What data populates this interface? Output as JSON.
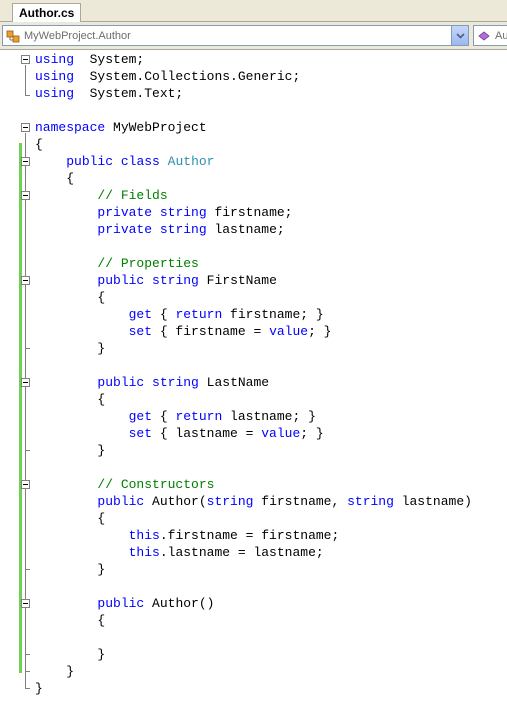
{
  "tab": {
    "label": "Author.cs"
  },
  "navbar": {
    "type_combo": "MyWebProject.Author",
    "member_combo": "Au"
  },
  "code": {
    "lines": [
      [
        [
          "kw",
          "using"
        ],
        [
          "",
          "  System;"
        ]
      ],
      [
        [
          "kw",
          "using"
        ],
        [
          "",
          "  System.Collections.Generic;"
        ]
      ],
      [
        [
          "kw",
          "using"
        ],
        [
          "",
          "  System.Text;"
        ]
      ],
      [],
      [
        [
          "kw",
          "namespace"
        ],
        [
          "",
          " MyWebProject"
        ]
      ],
      [
        [
          "",
          "{"
        ]
      ],
      [
        [
          "",
          "    "
        ],
        [
          "kw",
          "public"
        ],
        [
          "",
          " "
        ],
        [
          "kw",
          "class"
        ],
        [
          "",
          " "
        ],
        [
          "tp",
          "Author"
        ]
      ],
      [
        [
          "",
          "    {"
        ]
      ],
      [
        [
          "",
          "        "
        ],
        [
          "cm",
          "// Fields"
        ]
      ],
      [
        [
          "",
          "        "
        ],
        [
          "kw",
          "private"
        ],
        [
          "",
          " "
        ],
        [
          "kw",
          "string"
        ],
        [
          "",
          " firstname;"
        ]
      ],
      [
        [
          "",
          "        "
        ],
        [
          "kw",
          "private"
        ],
        [
          "",
          " "
        ],
        [
          "kw",
          "string"
        ],
        [
          "",
          " lastname;"
        ]
      ],
      [],
      [
        [
          "",
          "        "
        ],
        [
          "cm",
          "// Properties"
        ]
      ],
      [
        [
          "",
          "        "
        ],
        [
          "kw",
          "public"
        ],
        [
          "",
          " "
        ],
        [
          "kw",
          "string"
        ],
        [
          "",
          " FirstName"
        ]
      ],
      [
        [
          "",
          "        {"
        ]
      ],
      [
        [
          "",
          "            "
        ],
        [
          "kw",
          "get"
        ],
        [
          "",
          " { "
        ],
        [
          "kw",
          "return"
        ],
        [
          "",
          " firstname; }"
        ]
      ],
      [
        [
          "",
          "            "
        ],
        [
          "kw",
          "set"
        ],
        [
          "",
          " { firstname = "
        ],
        [
          "kw",
          "value"
        ],
        [
          "",
          "; }"
        ]
      ],
      [
        [
          "",
          "        }"
        ]
      ],
      [],
      [
        [
          "",
          "        "
        ],
        [
          "kw",
          "public"
        ],
        [
          "",
          " "
        ],
        [
          "kw",
          "string"
        ],
        [
          "",
          " LastName"
        ]
      ],
      [
        [
          "",
          "        {"
        ]
      ],
      [
        [
          "",
          "            "
        ],
        [
          "kw",
          "get"
        ],
        [
          "",
          " { "
        ],
        [
          "kw",
          "return"
        ],
        [
          "",
          " lastname; }"
        ]
      ],
      [
        [
          "",
          "            "
        ],
        [
          "kw",
          "set"
        ],
        [
          "",
          " { lastname = "
        ],
        [
          "kw",
          "value"
        ],
        [
          "",
          "; }"
        ]
      ],
      [
        [
          "",
          "        }"
        ]
      ],
      [],
      [
        [
          "",
          "        "
        ],
        [
          "cm",
          "// Constructors"
        ]
      ],
      [
        [
          "",
          "        "
        ],
        [
          "kw",
          "public"
        ],
        [
          "",
          " Author("
        ],
        [
          "kw",
          "string"
        ],
        [
          "",
          " firstname, "
        ],
        [
          "kw",
          "string"
        ],
        [
          "",
          " lastname)"
        ]
      ],
      [
        [
          "",
          "        {"
        ]
      ],
      [
        [
          "",
          "            "
        ],
        [
          "kw",
          "this"
        ],
        [
          "",
          ".firstname = firstname;"
        ]
      ],
      [
        [
          "",
          "            "
        ],
        [
          "kw",
          "this"
        ],
        [
          "",
          ".lastname = lastname;"
        ]
      ],
      [
        [
          "",
          "        }"
        ]
      ],
      [],
      [
        [
          "",
          "        "
        ],
        [
          "kw",
          "public"
        ],
        [
          "",
          " Author()"
        ]
      ],
      [
        [
          "",
          "        {"
        ]
      ],
      [],
      [
        [
          "",
          "        }"
        ]
      ],
      [
        [
          "",
          "    }"
        ]
      ],
      [
        [
          "",
          "}"
        ]
      ]
    ]
  }
}
